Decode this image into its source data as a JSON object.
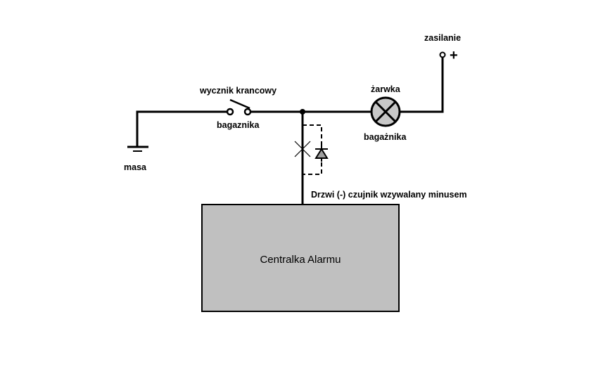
{
  "labels": {
    "switch_top": "wycznik krancowy",
    "switch_bottom": "bagaznika",
    "ground": "masa",
    "lamp_top": "żarwka",
    "lamp_bottom": "bagażnika",
    "supply": "zasilanie",
    "plus": "+",
    "door": "Drzwi (-) czujnik wzywalany minusem",
    "unit": "Centralka Alarmu"
  },
  "colors": {
    "wire": "#000000",
    "unit_fill": "#c0c0c0",
    "lamp_fill": "#c8c8c8",
    "diode_fill": "#a0a0a0"
  }
}
